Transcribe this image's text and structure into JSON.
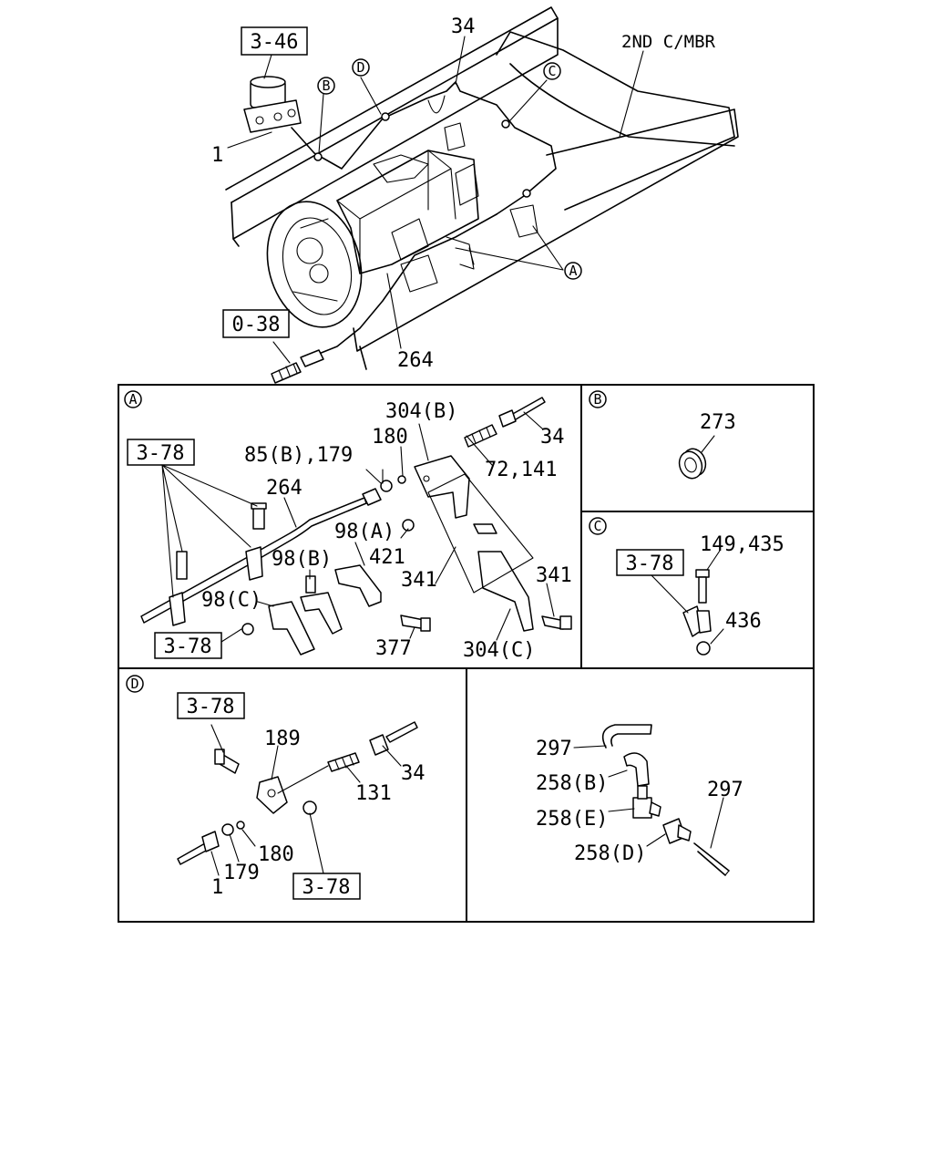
{
  "overview": {
    "member_label": "2ND C/MBR",
    "refs": {
      "r1": "3-46",
      "r2": "0-38"
    },
    "parts": {
      "p1": "1",
      "p2": "34",
      "p3": "264"
    },
    "callouts": {
      "a": "A",
      "b": "B",
      "c": "C",
      "d": "D"
    }
  },
  "panel_a": {
    "letter": "A",
    "refs": {
      "r1": "3-78",
      "r2": "3-78"
    },
    "parts": {
      "p304b": "304(B)",
      "p34": "34",
      "p180": "180",
      "p85": "85(B),179",
      "p72": "72,141",
      "p264": "264",
      "p98a": "98(A)",
      "p421": "421",
      "p98b": "98(B)",
      "p341a": "341",
      "p341b": "341",
      "p98c": "98(C)",
      "p377": "377",
      "p304c": "304(C)"
    }
  },
  "panel_b": {
    "letter": "B",
    "parts": {
      "p273": "273"
    }
  },
  "panel_c": {
    "letter": "C",
    "refs": {
      "r1": "3-78"
    },
    "parts": {
      "p149": "149,435",
      "p436": "436"
    }
  },
  "panel_d": {
    "letter": "D",
    "refs": {
      "r1": "3-78",
      "r2": "3-78"
    },
    "parts": {
      "p189": "189",
      "p34": "34",
      "p131": "131",
      "p180": "180",
      "p179": "179",
      "p1": "1"
    }
  },
  "panel_e": {
    "parts": {
      "p297a": "297",
      "p258b": "258(B)",
      "p258e": "258(E)",
      "p258d": "258(D)",
      "p297b": "297"
    }
  }
}
